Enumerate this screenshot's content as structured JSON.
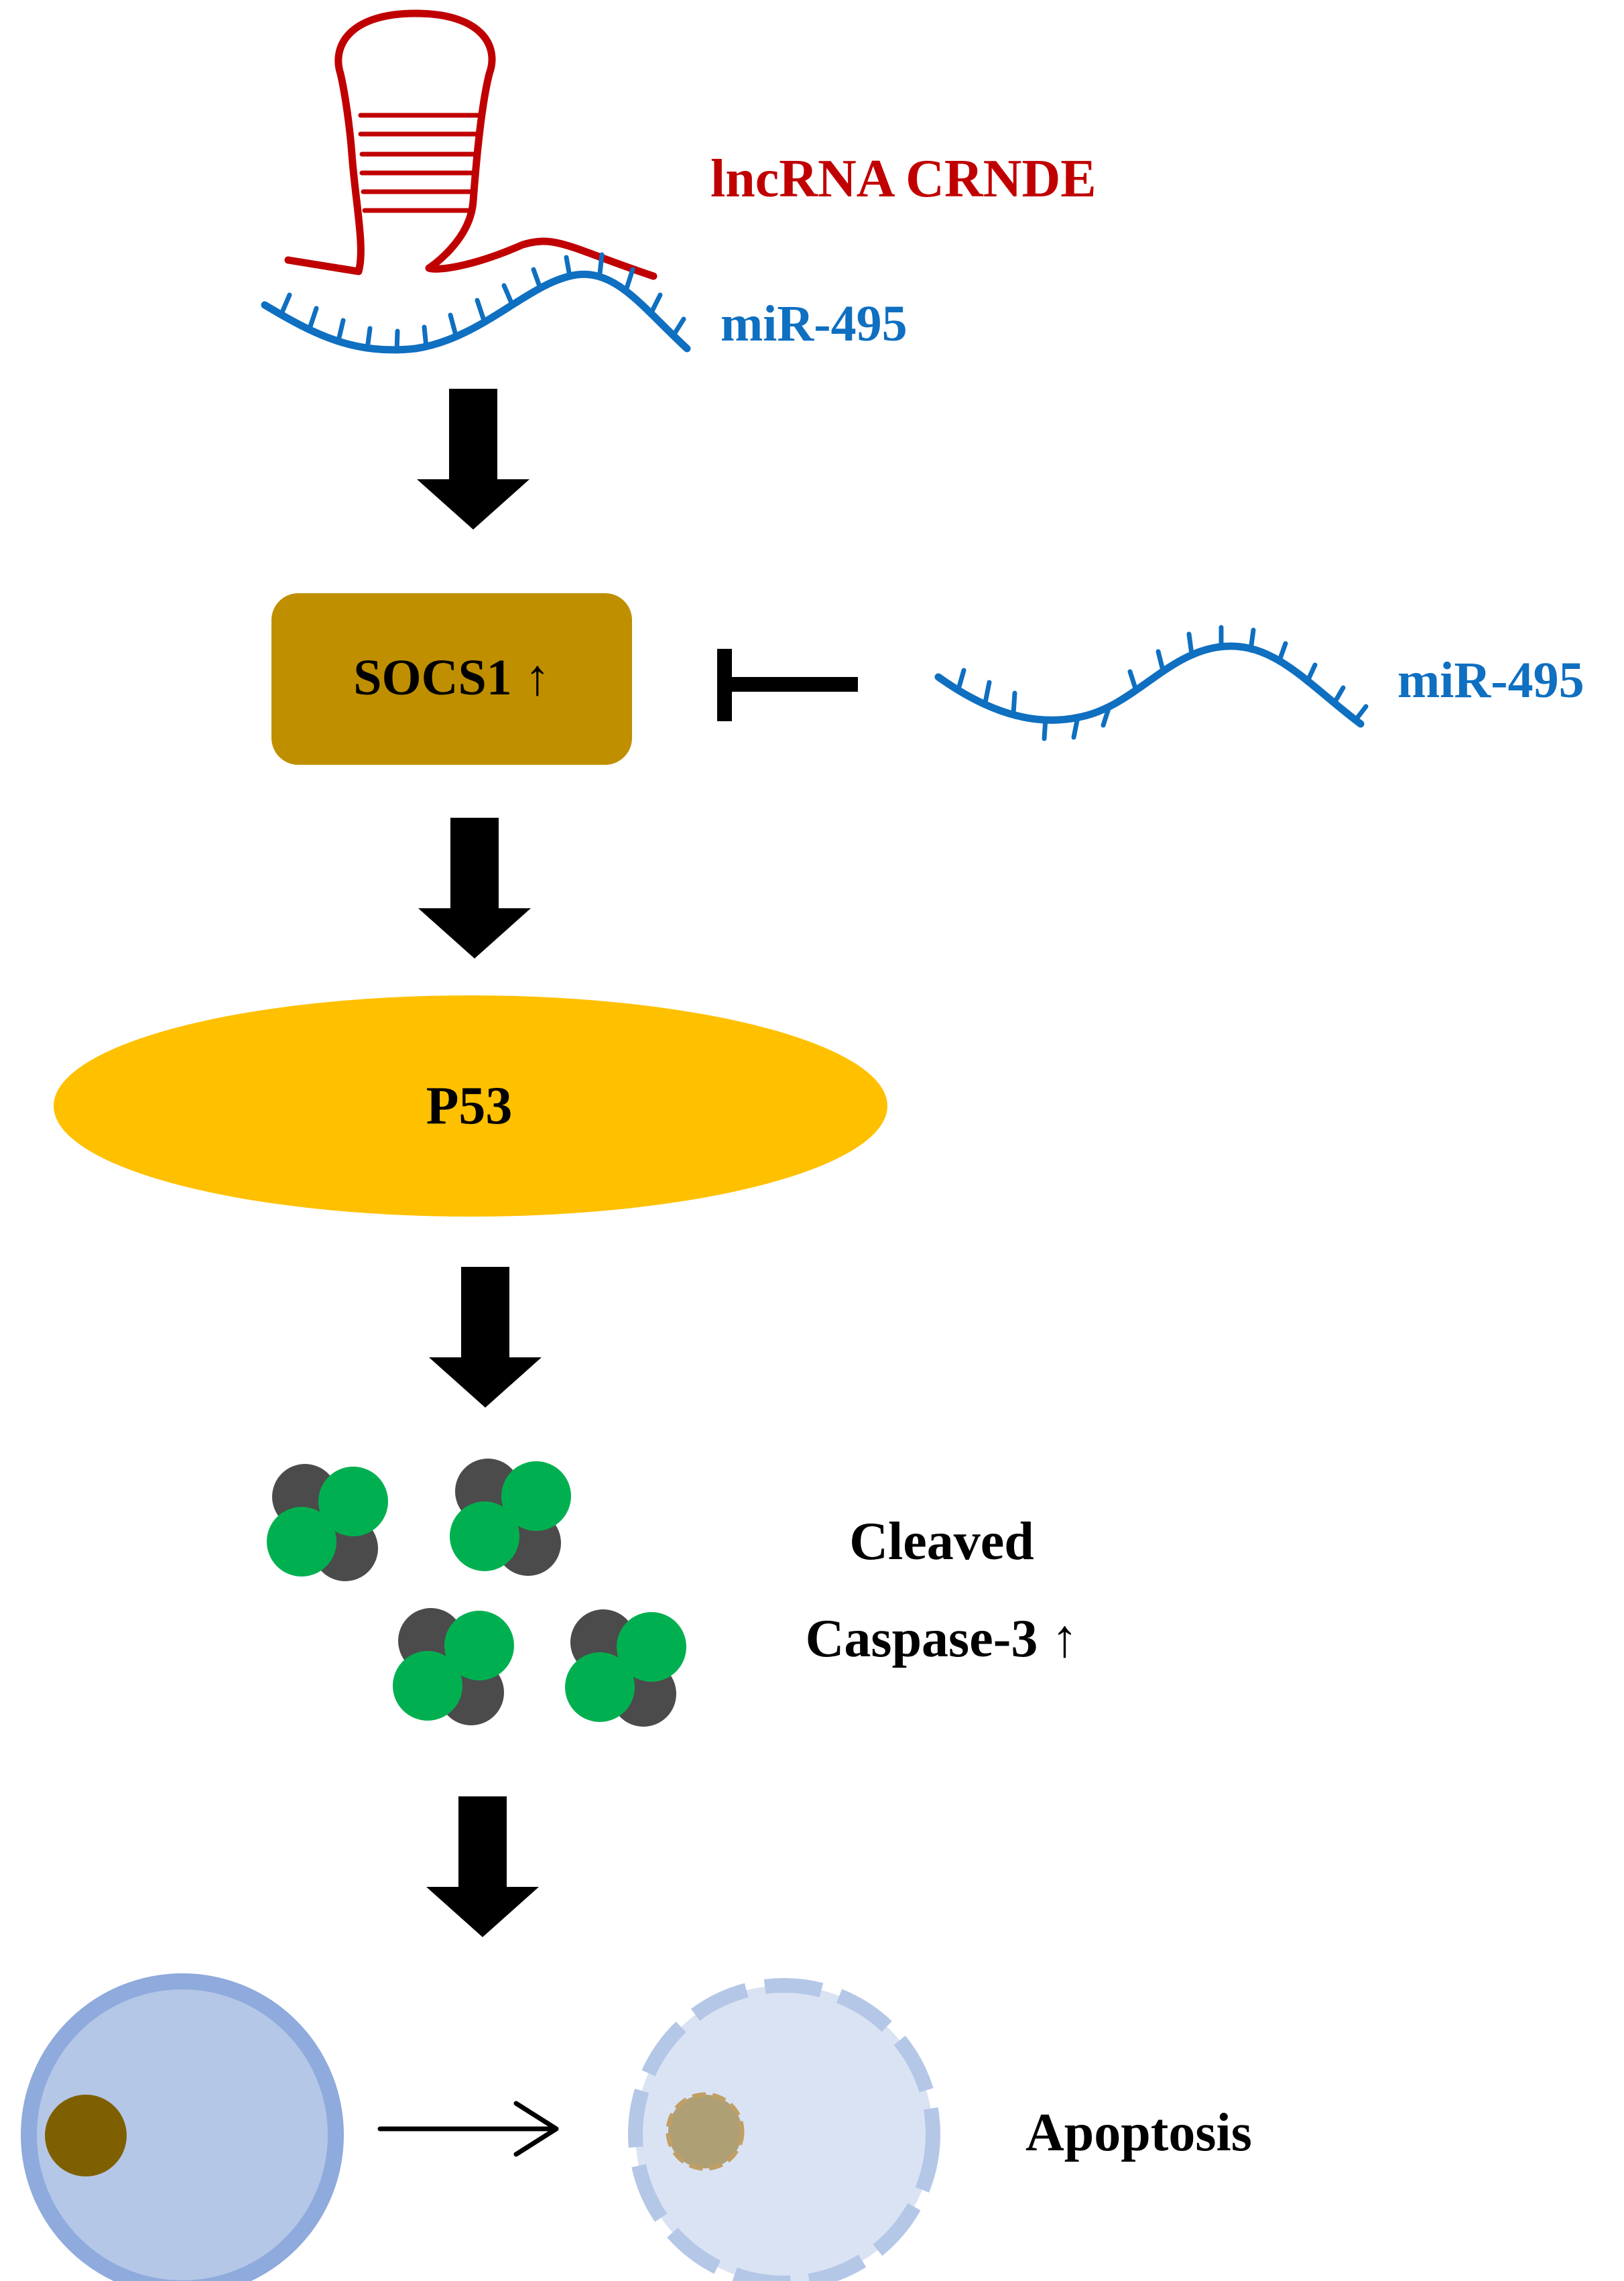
{
  "labels": {
    "lncrna": "lncRNA CRNDE",
    "mir_top": "miR-495",
    "mir_right": "miR-495",
    "socs1": "SOCS1 ↑",
    "p53": "P53",
    "cleaved_line1": "Cleaved",
    "cleaved_line2": "Caspase-3 ↑",
    "apoptosis": "Apoptosis"
  },
  "colors": {
    "lncrna": "#c00000",
    "mirna": "#0f6fc0",
    "socs1_box": "#bf8f00",
    "p53_ellipse": "#ffc000",
    "caspase_dark": "#4b4b4b",
    "caspase_green": "#00b050",
    "cell_fill": "#b4c7e7",
    "cell_border": "#8faadc",
    "nucleus": "#7f6000",
    "dying_cell_fill": "#dae3f3",
    "dying_cell_border": "#b4c7e7",
    "dying_nucleus": "#ae9f75",
    "arrow": "#000000"
  }
}
